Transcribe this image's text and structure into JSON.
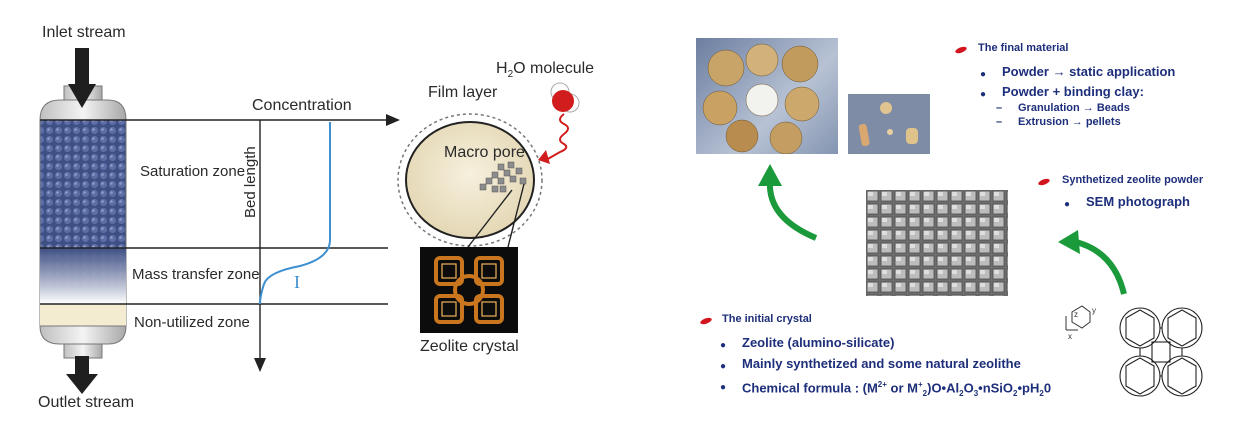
{
  "left": {
    "inlet": "Inlet stream",
    "outlet": "Outlet stream",
    "concentration": "Concentration",
    "bed_length": "Bed length",
    "zones": [
      "Saturation zone",
      "Mass transfer zone",
      "Non-utilized zone"
    ],
    "curve_marker": "I",
    "film_layer": "Film layer",
    "macro_pore": "Macro pore",
    "h2o": {
      "pre": "H",
      "sub": "2",
      "post": "O molecule"
    },
    "zeolite_crystal": "Zeolite crystal"
  },
  "right": {
    "final": {
      "title": "The final material",
      "items": [
        "Powder → static application",
        "Powder + binding clay:"
      ],
      "subitems": [
        "Granulation → Beads",
        "Extrusion → pellets"
      ]
    },
    "powder": {
      "title": "Synthetized zeolite powder",
      "items": [
        "SEM photograph"
      ]
    },
    "initial": {
      "title": "The initial crystal",
      "items": [
        "Zeolite (alumino-silicate)",
        "Mainly synthetized and some natural zeolithe"
      ],
      "formula": [
        "Chemical formula : (M",
        "2+",
        " or M",
        "+",
        "2",
        ")O•Al",
        "2",
        "O",
        "3",
        "•nSiO",
        "2",
        "•pH",
        "2",
        "0"
      ]
    },
    "axes": {
      "z": "z",
      "y": "y",
      "x": "x"
    }
  },
  "colors": {
    "navy": "#1d2e7a",
    "arrow_green": "#1a9a3a",
    "bullet_red": "#d2141e",
    "curve_blue": "#3d8fd0"
  }
}
